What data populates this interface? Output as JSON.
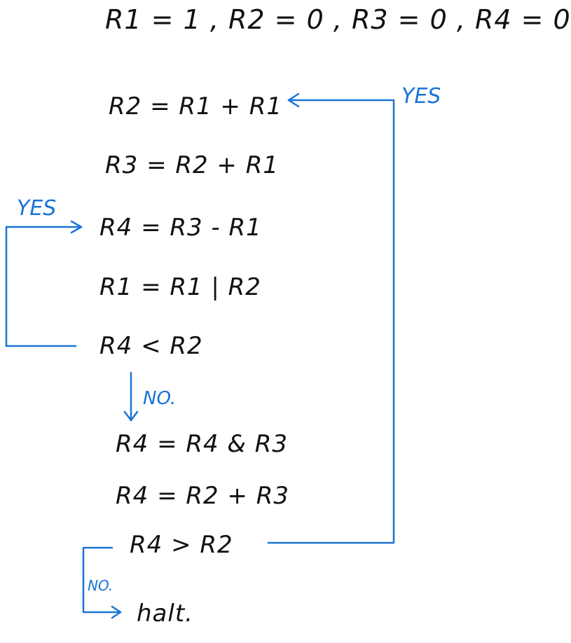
{
  "diagram": {
    "init": "R1 = 1 , R2 = 0 , R3 = 0 , R4 = 0",
    "statements": [
      "R2 = R1 + R1",
      "R3 = R2 + R1",
      "R4 = R3 - R1",
      "R1 = R1 | R2",
      "R4 < R2",
      "R4 = R4 & R3",
      "R4 = R2 + R3",
      "R4 > R2",
      "halt."
    ],
    "labels": {
      "yes_outer": "YES",
      "yes_inner": "YES",
      "no_inner": "NO.",
      "no_outer": "NO."
    },
    "colors": {
      "ink": "#111111",
      "arrow": "#1a73d6"
    }
  }
}
